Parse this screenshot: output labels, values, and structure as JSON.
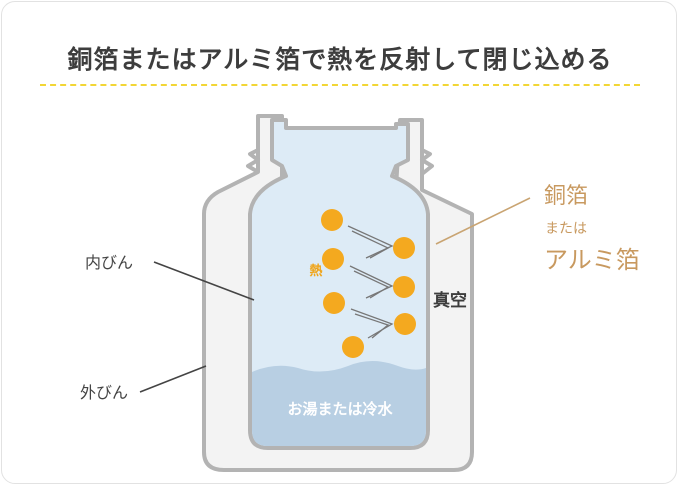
{
  "title": "銅箔またはアルミ箔で熱を反射して閉じ込める",
  "labels": {
    "inner_bottle": "内びん",
    "outer_bottle": "外びん",
    "vacuum": "真空",
    "heat": "熱",
    "liquid": "お湯または冷水",
    "foil_line1": "銅箔",
    "foil_line2": "または",
    "foil_line3": "アルミ箔"
  },
  "colors": {
    "title_rule": "#f2d635",
    "outer_fill": "#f3f3f3",
    "bottle_stroke": "#b3b3b3",
    "inner_fill": "#ddebf6",
    "liquid": "#b8cfe3",
    "heat_dot": "#f4a91f",
    "foil_text": "#c8995f",
    "leader_line": "#444444",
    "foil_leader": "#c9a472"
  }
}
